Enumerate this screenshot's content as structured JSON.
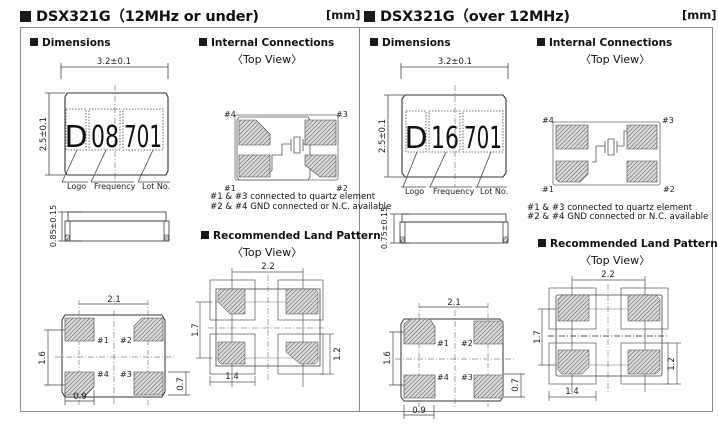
{
  "left": {
    "title": "DSX321G（12MHz or under)",
    "unit": "[mm]",
    "dimensions": {
      "heading": "Dimensions",
      "width_label": "3.2±0.1",
      "height_label": "2.5±0.1",
      "marking": {
        "logo": "D",
        "frequency": "08",
        "lot": "701"
      },
      "callouts": {
        "logo": "Logo",
        "frequency": "Frequency",
        "lot": "Lot No."
      },
      "thickness_label": "0.85±0.15",
      "pad_pitch_x": "2.1",
      "pad_pitch_y": "1.6",
      "pad_width": "0.9",
      "pad_height": "0.7",
      "pads": {
        "p1": "#1",
        "p2": "#2",
        "p3": "#3",
        "p4": "#4"
      }
    },
    "internal": {
      "heading": "Internal Connections",
      "subheading": "〈Top View〉",
      "pins": {
        "p1": "#1",
        "p2": "#2",
        "p3": "#3",
        "p4": "#4"
      },
      "note1": "#1 & #3 connected to quartz element",
      "note2": "#2 & #4 GND connected or N.C. available"
    },
    "land": {
      "heading": "Recommended Land Pattern",
      "subheading": "〈Top View〉",
      "pitch_x": "2.2",
      "pitch_y": "1.7",
      "land_width": "1.4",
      "land_height": "1.2"
    }
  },
  "right": {
    "title": "DSX321G（over 12MHz)",
    "unit": "[mm]",
    "dimensions": {
      "heading": "Dimensions",
      "width_label": "3.2±0.1",
      "height_label": "2.5±0.1",
      "marking": {
        "logo": "D",
        "frequency": "16",
        "lot": "701"
      },
      "callouts": {
        "logo": "Logo",
        "frequency": "Frequency",
        "lot": "Lot No."
      },
      "thickness_label": "0.75±0.15",
      "pad_pitch_x": "2.1",
      "pad_pitch_y": "1.6",
      "pad_width": "0.9",
      "pad_height": "0.7",
      "pads": {
        "p1": "#1",
        "p2": "#2",
        "p3": "#3",
        "p4": "#4"
      }
    },
    "internal": {
      "heading": "Internal Connections",
      "subheading": "〈Top View〉",
      "pins": {
        "p1": "#1",
        "p2": "#2",
        "p3": "#3",
        "p4": "#4"
      },
      "note1": "#1 & #3 connected to quartz element",
      "note2": "#2 & #4 GND connected or N.C. available"
    },
    "land": {
      "heading": "Recommended Land Pattern",
      "subheading": "〈Top View〉",
      "pitch_x": "2.2",
      "pitch_y": "1.7",
      "land_width": "1.4",
      "land_height": "1.2"
    }
  }
}
